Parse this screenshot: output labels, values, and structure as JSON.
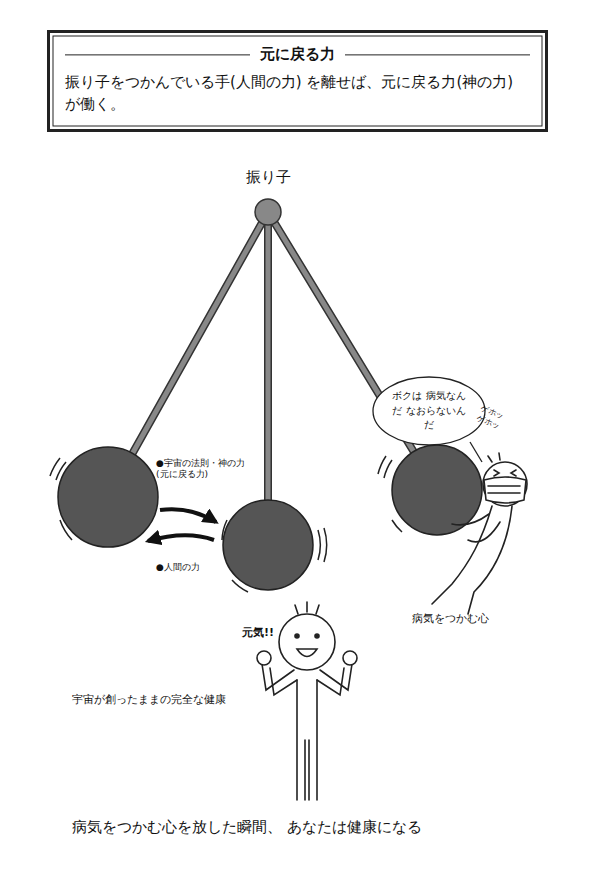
{
  "diagram": {
    "title": "元に戻る力",
    "nodes": [
      {
        "text": [
          "元に戻る力",
          "振り子をつかんでいる手(人間の力) を離せば、元に戻る力(神の力) が働く。"
        ]
      },
      {
        "text": [
          "ボクは 病気なんだ なおらないんだ"
        ]
      }
    ],
    "labels": [
      "振り子",
      "●宇宙の法則・神の力 (元に戻る力)",
      "●人間の力",
      "ゲホッ ゲホッ",
      "病気をつかむ心",
      "元気!!",
      "宇宙が創ったままの完全な健康"
    ],
    "caption": "病気をつかむ心を放した瞬間、 あなたは健康になる"
  }
}
